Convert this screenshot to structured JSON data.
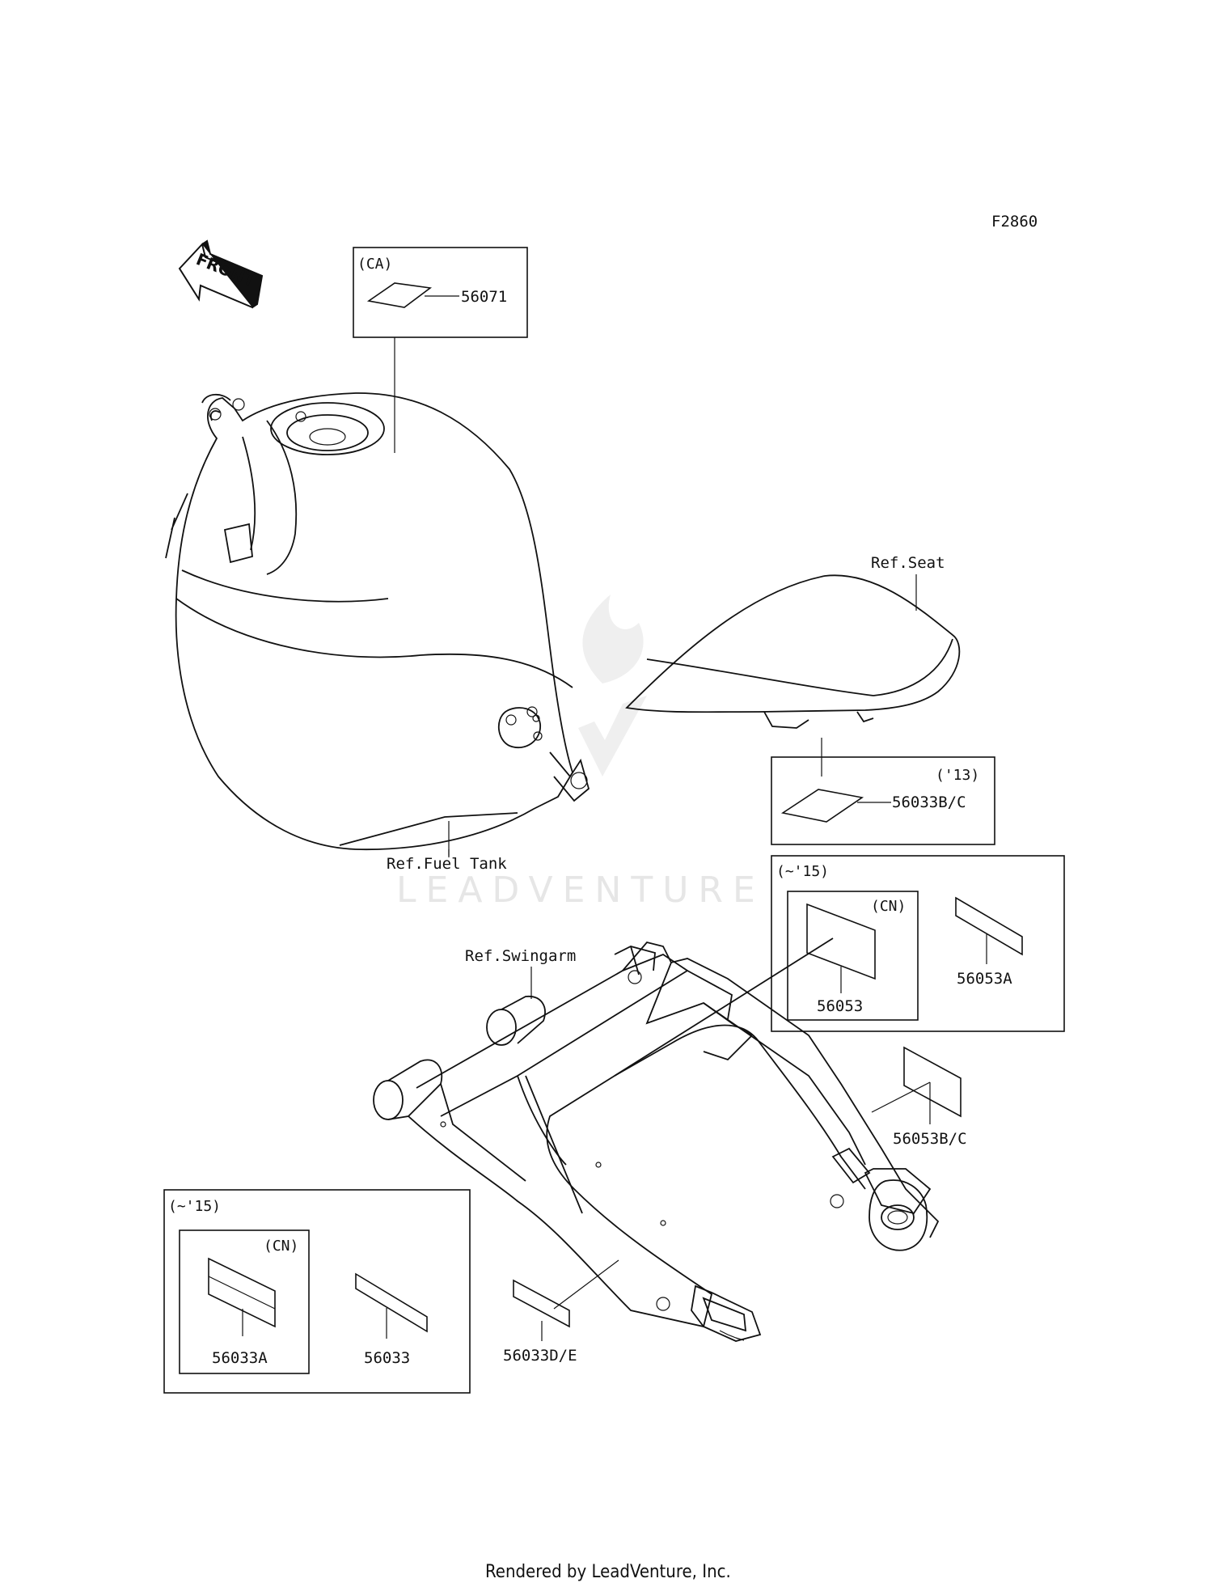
{
  "diagram_id": "F2860",
  "front_label": "FRONT",
  "watermark": "LEADVENTURE",
  "footer": "Rendered by LeadVenture, Inc.",
  "refs": {
    "fuel_tank": "Ref.Fuel Tank",
    "seat": "Ref.Seat",
    "swingarm": "Ref.Swingarm"
  },
  "boxes": {
    "ca": {
      "tag": "(CA)",
      "part": "56071"
    },
    "y13": {
      "tag": "('13)",
      "part": "56033B/C"
    },
    "y15_upper": {
      "tag": "(~'15)",
      "cn_tag": "(CN)",
      "part_cn": "56053",
      "part_other": "56053A"
    },
    "y15_lower": {
      "tag": "(~'15)",
      "cn_tag": "(CN)",
      "part_cn": "56033A",
      "part_other": "56033"
    }
  },
  "loose_parts": {
    "swingarm_side": "56053B/C",
    "swingarm_bottom": "56033D/E"
  }
}
